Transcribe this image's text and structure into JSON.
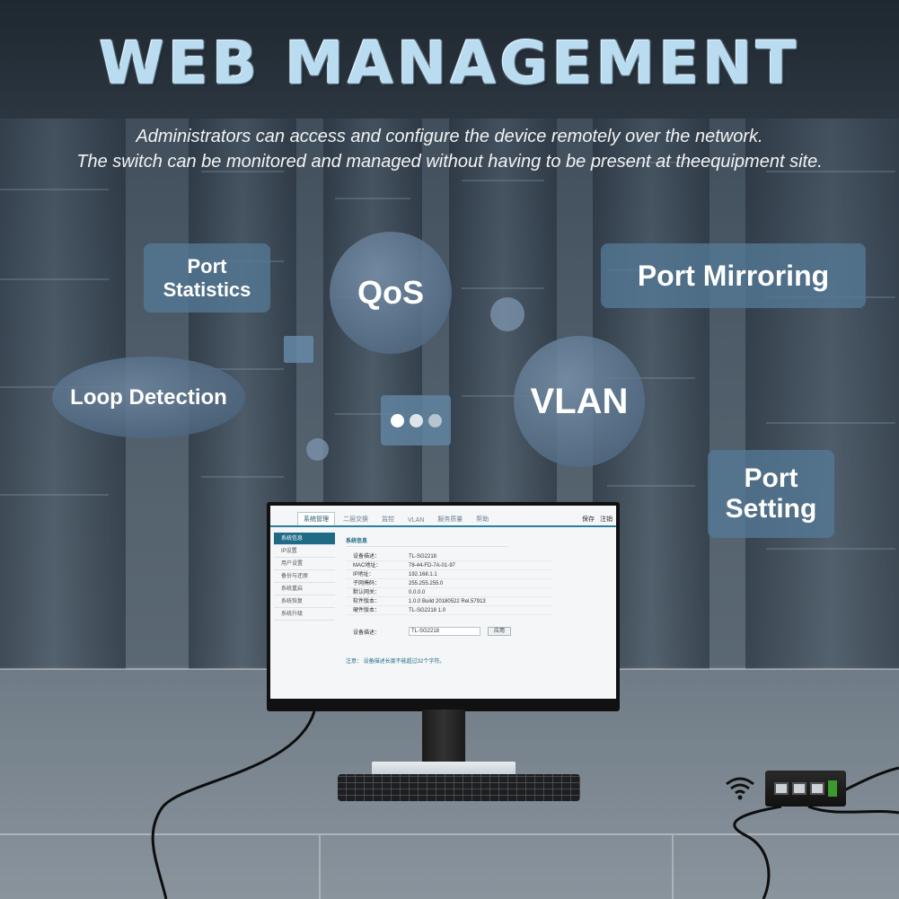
{
  "header": {
    "title": "WEB MANAGEMENT",
    "line1": "Administrators can access and configure the device remotely over the network.",
    "line2": "The switch can be monitored and managed without having to be present at theequipment site."
  },
  "features": {
    "port_statistics": "Port\nStatistics",
    "qos": "QoS",
    "port_mirroring": "Port Mirroring",
    "loop_detection": "Loop Detection",
    "vlan": "VLAN",
    "port_setting": "Port\nSetting"
  },
  "screen": {
    "tabs": [
      "系统管理",
      "二层交换",
      "监控",
      "VLAN",
      "服务质量",
      "帮助"
    ],
    "right_links": [
      "保存",
      "注销"
    ],
    "sidebar": [
      "系统信息",
      "IP设置",
      "用户设置",
      "备份与还原",
      "系统重启",
      "系统恢复",
      "系统升级"
    ],
    "section": "系统信息",
    "rows": [
      {
        "k": "设备描述：",
        "v": "TL-SG2218"
      },
      {
        "k": "MAC地址：",
        "v": "78-44-FD-7A-01-97"
      },
      {
        "k": "IP地址：",
        "v": "192.168.1.1"
      },
      {
        "k": "子网掩码：",
        "v": "255.255.255.0"
      },
      {
        "k": "默认网关：",
        "v": "0.0.0.0"
      },
      {
        "k": "软件版本：",
        "v": "1.0.0 Build 20180522 Rel.57913"
      },
      {
        "k": "硬件版本：",
        "v": "TL-SG2218 1.0"
      }
    ],
    "name_label": "设备描述：",
    "name_value": "TL-SG2218",
    "apply_label": "应用",
    "note": "注意：     设备描述长度不能超过32个字符。"
  },
  "colors": {
    "accent": "#b9dcf1",
    "bubble": "#55789a",
    "screen_accent": "#1f6b86"
  }
}
